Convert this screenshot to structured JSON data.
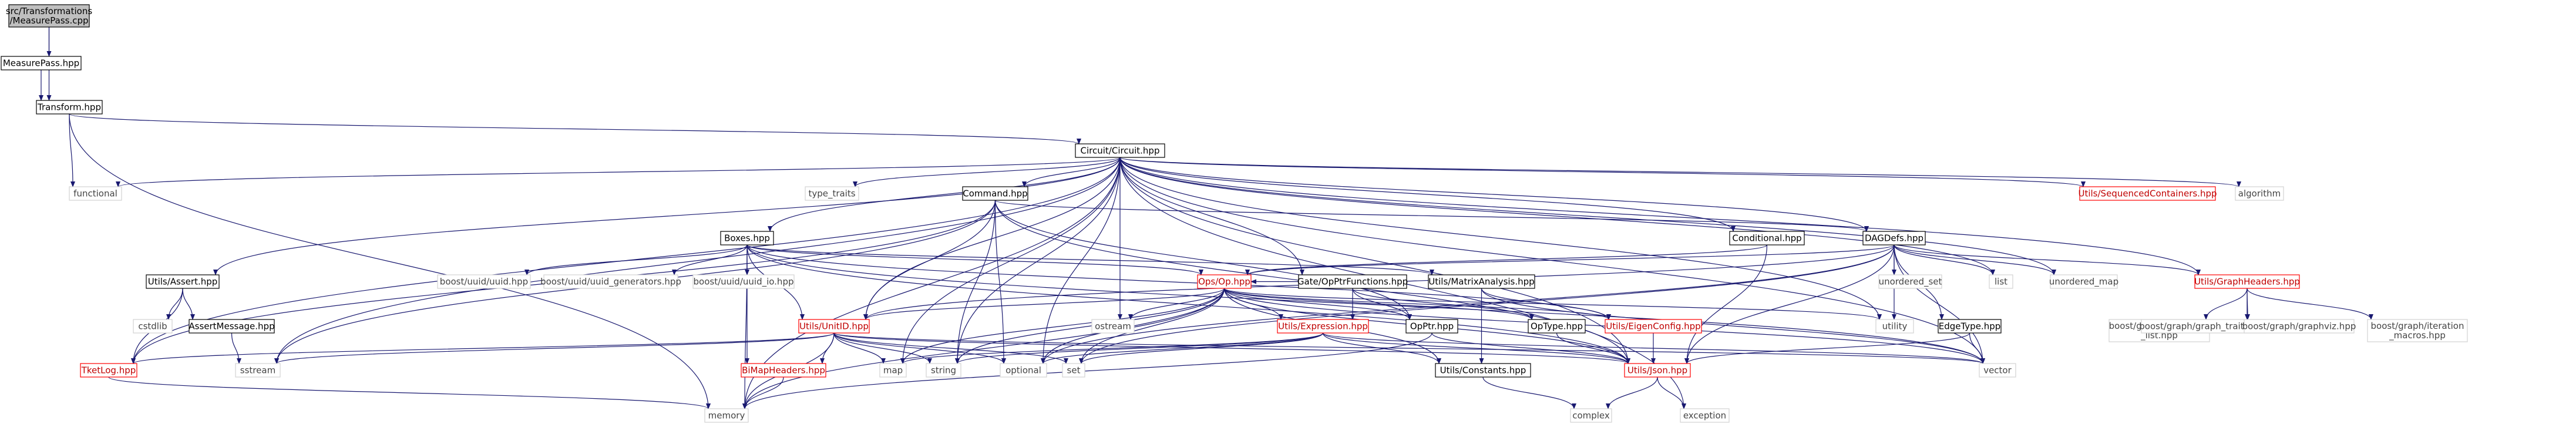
{
  "nodes": {
    "root": {
      "label": [
        "src/Transformations",
        "/MeasurePass.cpp"
      ],
      "style": "root"
    },
    "measurepass_hpp": {
      "label": [
        "MeasurePass.hpp"
      ],
      "style": "normal"
    },
    "transform_hpp": {
      "label": [
        "Transform.hpp"
      ],
      "style": "normal"
    },
    "functional": {
      "label": [
        "functional"
      ],
      "style": "system"
    },
    "circuit_hpp": {
      "label": [
        "Circuit/Circuit.hpp"
      ],
      "style": "normal"
    },
    "type_traits": {
      "label": [
        "type_traits"
      ],
      "style": "system"
    },
    "command_hpp": {
      "label": [
        "Command.hpp"
      ],
      "style": "normal"
    },
    "sequenced_hpp": {
      "label": [
        "Utils/SequencedContainers.hpp"
      ],
      "style": "truncated"
    },
    "algorithm": {
      "label": [
        "algorithm"
      ],
      "style": "system"
    },
    "boxes_hpp": {
      "label": [
        "Boxes.hpp"
      ],
      "style": "normal"
    },
    "conditional_hpp": {
      "label": [
        "Conditional.hpp"
      ],
      "style": "normal"
    },
    "dagdefs_hpp": {
      "label": [
        "DAGDefs.hpp"
      ],
      "style": "normal"
    },
    "assert_hpp": {
      "label": [
        "Utils/Assert.hpp"
      ],
      "style": "normal"
    },
    "boost_uuid": {
      "label": [
        "boost/uuid/uuid.hpp"
      ],
      "style": "system"
    },
    "boost_uuid_gen": {
      "label": [
        "boost/uuid/uuid_generators.hpp"
      ],
      "style": "system"
    },
    "boost_uuid_io": {
      "label": [
        "boost/uuid/uuid_io.hpp"
      ],
      "style": "system"
    },
    "matrixanalysis_hpp": {
      "label": [
        "Utils/MatrixAnalysis.hpp"
      ],
      "style": "normal"
    },
    "gate_opptrfunc_hpp": {
      "label": [
        "Gate/OpPtrFunctions.hpp"
      ],
      "style": "normal"
    },
    "ops_op_hpp": {
      "label": [
        "Ops/Op.hpp"
      ],
      "style": "truncated"
    },
    "unordered_set": {
      "label": [
        "unordered_set"
      ],
      "style": "system"
    },
    "list": {
      "label": [
        "list"
      ],
      "style": "system"
    },
    "unordered_map": {
      "label": [
        "unordered_map"
      ],
      "style": "system"
    },
    "graphheaders_hpp": {
      "label": [
        "Utils/GraphHeaders.hpp"
      ],
      "style": "truncated"
    },
    "cstdlib": {
      "label": [
        "cstdlib"
      ],
      "style": "system"
    },
    "assertmessage_hpp": {
      "label": [
        "AssertMessage.hpp"
      ],
      "style": "normal"
    },
    "unitid_hpp": {
      "label": [
        "Utils/UnitID.hpp"
      ],
      "style": "truncated"
    },
    "ostream": {
      "label": [
        "ostream"
      ],
      "style": "system"
    },
    "expression_hpp": {
      "label": [
        "Utils/Expression.hpp"
      ],
      "style": "truncated"
    },
    "opptr_hpp": {
      "label": [
        "OpPtr.hpp"
      ],
      "style": "normal"
    },
    "optype_hpp": {
      "label": [
        "OpType.hpp"
      ],
      "style": "normal"
    },
    "eigenconfig_hpp": {
      "label": [
        "Utils/EigenConfig.hpp"
      ],
      "style": "truncated"
    },
    "utility": {
      "label": [
        "utility"
      ],
      "style": "system"
    },
    "edgetype_hpp": {
      "label": [
        "EdgeType.hpp"
      ],
      "style": "normal"
    },
    "boost_adjacency": {
      "label": [
        "boost/graph/adjacency",
        "_list.hpp"
      ],
      "style": "system"
    },
    "boost_graph_traits": {
      "label": [
        "boost/graph/graph_traits.hpp"
      ],
      "style": "system"
    },
    "boost_graphviz": {
      "label": [
        "boost/graph/graphviz.hpp"
      ],
      "style": "system"
    },
    "boost_iteration": {
      "label": [
        "boost/graph/iteration",
        "_macros.hpp"
      ],
      "style": "system"
    },
    "tketlog_hpp": {
      "label": [
        "TketLog.hpp"
      ],
      "style": "truncated"
    },
    "sstream": {
      "label": [
        "sstream"
      ],
      "style": "system"
    },
    "bimapheaders_hpp": {
      "label": [
        "BiMapHeaders.hpp"
      ],
      "style": "truncated"
    },
    "map": {
      "label": [
        "map"
      ],
      "style": "system"
    },
    "string": {
      "label": [
        "string"
      ],
      "style": "system"
    },
    "optional": {
      "label": [
        "optional"
      ],
      "style": "system"
    },
    "set": {
      "label": [
        "set"
      ],
      "style": "system"
    },
    "constants_hpp": {
      "label": [
        "Utils/Constants.hpp"
      ],
      "style": "normal"
    },
    "json_hpp": {
      "label": [
        "Utils/Json.hpp"
      ],
      "style": "truncated"
    },
    "vector": {
      "label": [
        "vector"
      ],
      "style": "system"
    },
    "memory": {
      "label": [
        "memory"
      ],
      "style": "system"
    },
    "complex": {
      "label": [
        "complex"
      ],
      "style": "system"
    },
    "exception": {
      "label": [
        "exception"
      ],
      "style": "system"
    }
  },
  "edges": [
    [
      "root",
      "measurepass_hpp"
    ],
    [
      "root",
      "transform_hpp"
    ],
    [
      "measurepass_hpp",
      "transform_hpp"
    ],
    [
      "transform_hpp",
      "functional"
    ],
    [
      "transform_hpp",
      "circuit_hpp"
    ],
    [
      "transform_hpp",
      "memory"
    ],
    [
      "circuit_hpp",
      "functional"
    ],
    [
      "circuit_hpp",
      "type_traits"
    ],
    [
      "circuit_hpp",
      "command_hpp"
    ],
    [
      "circuit_hpp",
      "sequenced_hpp"
    ],
    [
      "circuit_hpp",
      "algorithm"
    ],
    [
      "circuit_hpp",
      "boxes_hpp"
    ],
    [
      "circuit_hpp",
      "conditional_hpp"
    ],
    [
      "circuit_hpp",
      "dagdefs_hpp"
    ],
    [
      "circuit_hpp",
      "assert_hpp"
    ],
    [
      "circuit_hpp",
      "gate_opptrfunc_hpp"
    ],
    [
      "circuit_hpp",
      "graphheaders_hpp"
    ],
    [
      "circuit_hpp",
      "unitid_hpp"
    ],
    [
      "circuit_hpp",
      "tketlog_hpp"
    ],
    [
      "circuit_hpp",
      "sstream"
    ],
    [
      "circuit_hpp",
      "map"
    ],
    [
      "circuit_hpp",
      "string"
    ],
    [
      "circuit_hpp",
      "optional"
    ],
    [
      "circuit_hpp",
      "ostream"
    ],
    [
      "circuit_hpp",
      "json_hpp"
    ],
    [
      "circuit_hpp",
      "vector"
    ],
    [
      "circuit_hpp",
      "memory"
    ],
    [
      "circuit_hpp",
      "exception"
    ],
    [
      "circuit_hpp",
      "list"
    ],
    [
      "circuit_hpp",
      "unordered_map"
    ],
    [
      "circuit_hpp",
      "utility"
    ],
    [
      "command_hpp",
      "dagdefs_hpp"
    ],
    [
      "command_hpp",
      "unitid_hpp"
    ],
    [
      "command_hpp",
      "opptr_hpp"
    ],
    [
      "command_hpp",
      "json_hpp"
    ],
    [
      "command_hpp",
      "tketlog_hpp"
    ],
    [
      "command_hpp",
      "sstream"
    ],
    [
      "command_hpp",
      "string"
    ],
    [
      "command_hpp",
      "optional"
    ],
    [
      "boxes_hpp",
      "boost_uuid"
    ],
    [
      "boxes_hpp",
      "boost_uuid_gen"
    ],
    [
      "boxes_hpp",
      "boost_uuid_io"
    ],
    [
      "boxes_hpp",
      "matrixanalysis_hpp"
    ],
    [
      "boxes_hpp",
      "ops_op_hpp"
    ],
    [
      "boxes_hpp",
      "unitid_hpp"
    ],
    [
      "boxes_hpp",
      "bimapheaders_hpp"
    ],
    [
      "boxes_hpp",
      "memory"
    ],
    [
      "boxes_hpp",
      "json_hpp"
    ],
    [
      "boxes_hpp",
      "eigenconfig_hpp"
    ],
    [
      "boxes_hpp",
      "vector"
    ],
    [
      "conditional_hpp",
      "ops_op_hpp"
    ],
    [
      "conditional_hpp",
      "json_hpp"
    ],
    [
      "dagdefs_hpp",
      "unordered_set"
    ],
    [
      "dagdefs_hpp",
      "list"
    ],
    [
      "dagdefs_hpp",
      "unordered_map"
    ],
    [
      "dagdefs_hpp",
      "graphheaders_hpp"
    ],
    [
      "dagdefs_hpp",
      "ops_op_hpp"
    ],
    [
      "dagdefs_hpp",
      "unitid_hpp"
    ],
    [
      "dagdefs_hpp",
      "edgetype_hpp"
    ],
    [
      "dagdefs_hpp",
      "utility"
    ],
    [
      "dagdefs_hpp",
      "vector"
    ],
    [
      "dagdefs_hpp",
      "optional"
    ],
    [
      "dagdefs_hpp",
      "set"
    ],
    [
      "dagdefs_hpp",
      "json_hpp"
    ],
    [
      "assert_hpp",
      "cstdlib"
    ],
    [
      "assert_hpp",
      "assertmessage_hpp"
    ],
    [
      "assert_hpp",
      "tketlog_hpp"
    ],
    [
      "assertmessage_hpp",
      "sstream"
    ],
    [
      "matrixanalysis_hpp",
      "eigenconfig_hpp"
    ],
    [
      "matrixanalysis_hpp",
      "constants_hpp"
    ],
    [
      "matrixanalysis_hpp",
      "vector"
    ],
    [
      "gate_opptrfunc_hpp",
      "ops_op_hpp"
    ],
    [
      "gate_opptrfunc_hpp",
      "opptr_hpp"
    ],
    [
      "gate_opptrfunc_hpp",
      "expression_hpp"
    ],
    [
      "gate_opptrfunc_hpp",
      "optype_hpp"
    ],
    [
      "ops_op_hpp",
      "unitid_hpp"
    ],
    [
      "ops_op_hpp",
      "ostream"
    ],
    [
      "ops_op_hpp",
      "expression_hpp"
    ],
    [
      "ops_op_hpp",
      "opptr_hpp"
    ],
    [
      "ops_op_hpp",
      "optype_hpp"
    ],
    [
      "ops_op_hpp",
      "eigenconfig_hpp"
    ],
    [
      "ops_op_hpp",
      "utility"
    ],
    [
      "ops_op_hpp",
      "map"
    ],
    [
      "ops_op_hpp",
      "string"
    ],
    [
      "ops_op_hpp",
      "optional"
    ],
    [
      "ops_op_hpp",
      "set"
    ],
    [
      "ops_op_hpp",
      "constants_hpp"
    ],
    [
      "ops_op_hpp",
      "json_hpp"
    ],
    [
      "ops_op_hpp",
      "memory"
    ],
    [
      "ops_op_hpp",
      "vector"
    ],
    [
      "graphheaders_hpp",
      "boost_adjacency"
    ],
    [
      "graphheaders_hpp",
      "boost_graph_traits"
    ],
    [
      "graphheaders_hpp",
      "boost_graphviz"
    ],
    [
      "graphheaders_hpp",
      "boost_iteration"
    ],
    [
      "unitid_hpp",
      "tketlog_hpp"
    ],
    [
      "unitid_hpp",
      "sstream"
    ],
    [
      "unitid_hpp",
      "bimapheaders_hpp"
    ],
    [
      "unitid_hpp",
      "map"
    ],
    [
      "unitid_hpp",
      "string"
    ],
    [
      "unitid_hpp",
      "optional"
    ],
    [
      "unitid_hpp",
      "set"
    ],
    [
      "unitid_hpp",
      "json_hpp"
    ],
    [
      "unitid_hpp",
      "memory"
    ],
    [
      "unitid_hpp",
      "vector"
    ],
    [
      "expression_hpp",
      "map"
    ],
    [
      "expression_hpp",
      "string"
    ],
    [
      "expression_hpp",
      "set"
    ],
    [
      "expression_hpp",
      "optional"
    ],
    [
      "expression_hpp",
      "constants_hpp"
    ],
    [
      "expression_hpp",
      "json_hpp"
    ],
    [
      "expression_hpp",
      "vector"
    ],
    [
      "opptr_hpp",
      "memory"
    ],
    [
      "opptr_hpp",
      "json_hpp"
    ],
    [
      "optype_hpp",
      "json_hpp"
    ],
    [
      "eigenconfig_hpp",
      "json_hpp"
    ],
    [
      "edgetype_hpp",
      "json_hpp"
    ],
    [
      "edgetype_hpp",
      "vector"
    ],
    [
      "tketlog_hpp",
      "memory"
    ],
    [
      "bimapheaders_hpp",
      "memory"
    ],
    [
      "constants_hpp",
      "complex"
    ],
    [
      "json_hpp",
      "complex"
    ],
    [
      "json_hpp",
      "exception"
    ]
  ]
}
